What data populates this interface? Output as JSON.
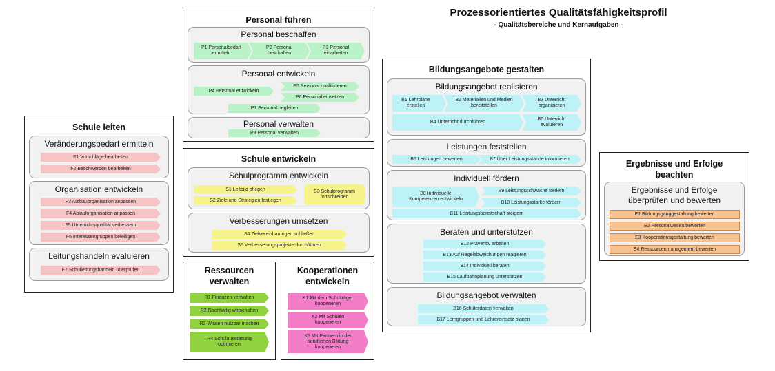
{
  "header": {
    "title": "Prozessorientiertes Qualitätsfähigkeitsprofil",
    "subtitle": "- Qualitätsbereiche und Kernaufgaben -"
  },
  "schule_leiten": {
    "title": "Schule leiten",
    "veraenderung": {
      "title": "Veränderungsbedarf ermitteln",
      "items": [
        "F1 Vorschläge bearbeiten",
        "F2 Beschwerden bearbeiten"
      ]
    },
    "organisation": {
      "title": "Organisation entwickeln",
      "items": [
        "F3 Aufbauorganisation anpassen",
        "F4 Ablauforganisation anpassen",
        "F5 Unterrichtsqualität verbessern",
        "F6 Interessengruppen beteiligen"
      ]
    },
    "leitungshandeln": {
      "title": "Leitungshandeln evaluieren",
      "items": [
        "F7 Schulleitungshandeln überprüfen"
      ]
    }
  },
  "personal_fuehren": {
    "title": "Personal führen",
    "beschaffen": {
      "title": "Personal beschaffen",
      "items": [
        "P1 Personalbedarf ermitteln",
        "P2 Personal beschaffen",
        "P3 Personal einarbeiten"
      ]
    },
    "entwickeln": {
      "title": "Personal entwickeln",
      "items": [
        "P4 Personal entwickeln",
        "P5 Personal qualifizieren",
        "P6 Personal einsetzen",
        "P7 Personal begleiten"
      ]
    },
    "verwalten": {
      "title": "Personal verwalten",
      "items": [
        "P8 Personal verwalten"
      ]
    }
  },
  "schule_entwickeln": {
    "title": "Schule entwickeln",
    "schulprogramm": {
      "title": "Schulprogramm entwickeln",
      "items": [
        "S1 Leitbild pflegen",
        "S2 Ziele und Strategien festlegen",
        "S3 Schulprogramm fortschreiben"
      ]
    },
    "verbesserungen": {
      "title": "Verbesserungen umsetzen",
      "items": [
        "S4 Zielvereinbarungen schließen",
        "S5 Verbesserungsprojekte durchführen"
      ]
    }
  },
  "ressourcen": {
    "title": "Ressourcen verwalten",
    "items": [
      "R1 Finanzen verwalten",
      "R2 Nachhaltig wirtschaften",
      "R3 Wissen nutzbar machen",
      "R4 Schulausstattung optimieren"
    ]
  },
  "kooperationen": {
    "title": "Kooperationen entwickeln",
    "items": [
      "K1 Mit dem Schulträger kooperieren",
      "K2 Mit Schulen kooperieren",
      "K3 Mit Partnern in der beruflichen Bildung kooperieren"
    ]
  },
  "bildungsangebote": {
    "title": "Bildungsangebote gestalten",
    "realisieren": {
      "title": "Bildungsangebot realisieren",
      "items": [
        "B1 Lehrpläne erstellen",
        "B2 Materialien und Medien bereitstellen",
        "B3 Unterricht organisieren",
        "B4 Unterricht durchführen",
        "B5 Unterricht evaluieren"
      ]
    },
    "leistungen": {
      "title": "Leistungen feststellen",
      "items": [
        "B6 Leistungen bewerten",
        "B7 Über Leistungsstände informieren"
      ]
    },
    "individuell": {
      "title": "Individuell fördern",
      "items": [
        "B8 Individuelle Kompetenzen entwickeln",
        "B9 Leistungsschwache fördern",
        "B10 Leistungsstarke fördern",
        "B11 Leistungsbereitschaft steigern"
      ]
    },
    "beraten": {
      "title": "Beraten und unterstützen",
      "items": [
        "B12 Präventiv arbeiten",
        "B13 Auf Regelabweichungen reagieren",
        "B14 Individuell beraten",
        "B15 Laufbahnplanung unterstützen"
      ]
    },
    "verwalten": {
      "title": "Bildungsangebot verwalten",
      "items": [
        "B16 Schülerdaten verwalten",
        "B17 Lerngruppen und Lehrereinsatz planen"
      ]
    }
  },
  "ergebnisse": {
    "title": "Ergebnisse und Erfolge beachten",
    "panel": {
      "title": "Ergebnisse und Erfolge überprüfen und bewerten",
      "items": [
        "E1 Bildungsganggestaltung bewerten",
        "E2 Personalwesen bewerten",
        "E3 Kooperationsgestaltung bewerten",
        "E4 Ressourcenmanagement bewerten"
      ]
    }
  }
}
